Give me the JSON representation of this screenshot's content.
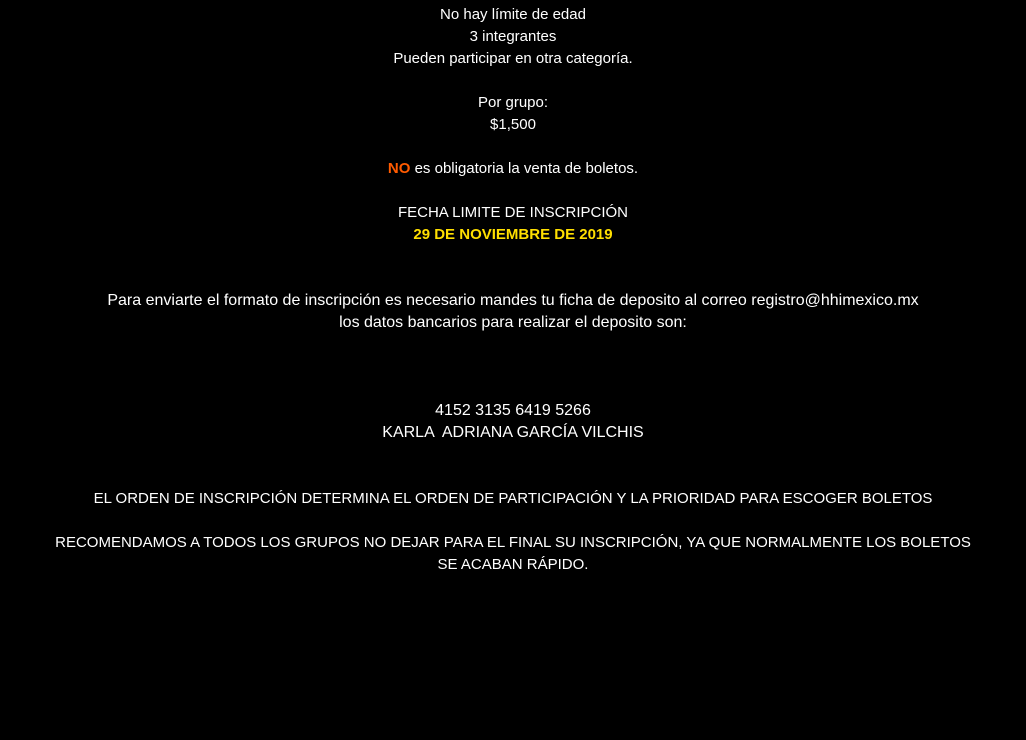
{
  "page": {
    "bg": "#000000",
    "text": "#ffffff",
    "orange": "#ff5b00",
    "yellow": "#ffdf00"
  },
  "category": {
    "age_limit": "No hay límite de edad",
    "members": "3 integrantes",
    "other_category": "Pueden participar en otra categoría."
  },
  "price": {
    "label": "Por grupo:",
    "amount": "$1,500"
  },
  "tickets": {
    "highlight": "NO",
    "text": " es obligatoria la venta de boletos."
  },
  "deadline": {
    "label": "FECHA LIMITE DE INSCRIPCIÓN",
    "date": "29 DE NOVIEMBRE DE 2019"
  },
  "deposit": {
    "line1": "Para enviarte el formato de inscripción es necesario mandes tu ficha de deposito al correo registro@hhimexico.mx",
    "line2": "los datos bancarios para realizar el deposito son:",
    "card_number": "4152 3135 6419 5266",
    "holder": "KARLA  ADRIANA GARCÍA VILCHIS"
  },
  "notes": {
    "order": "EL ORDEN DE INSCRIPCIÓN DETERMINA EL ORDEN DE PARTICIPACIÓN Y LA PRIORIDAD PARA ESCOGER BOLETOS",
    "recommendation": "RECOMENDAMOS A TODOS LOS GRUPOS NO DEJAR PARA EL FINAL SU INSCRIPCIÓN, YA QUE NORMALMENTE LOS BOLETOS",
    "recommendation_end": "SE ACABAN RÁPIDO."
  }
}
